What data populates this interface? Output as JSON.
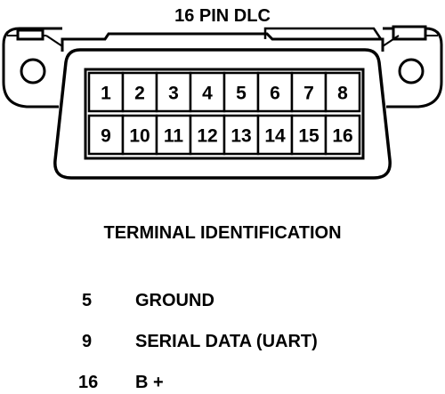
{
  "title": "16 PIN DLC",
  "pins_top": [
    "1",
    "2",
    "3",
    "4",
    "5",
    "6",
    "7",
    "8"
  ],
  "pins_bottom": [
    "9",
    "10",
    "11",
    "12",
    "13",
    "14",
    "15",
    "16"
  ],
  "legend_heading": "TERMINAL IDENTIFICATION",
  "terminals": [
    {
      "pin": "5",
      "label": "GROUND"
    },
    {
      "pin": "9",
      "label": "SERIAL DATA (UART)"
    },
    {
      "pin": "16",
      "label": "B +"
    }
  ],
  "colors": {
    "ink": "#000000",
    "paper": "#ffffff"
  }
}
